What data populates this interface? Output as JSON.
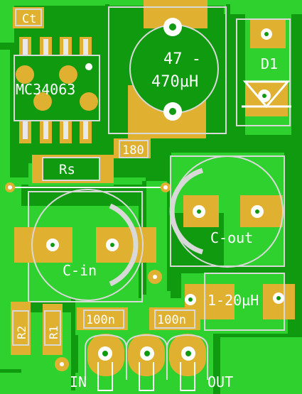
{
  "board": {
    "colors": {
      "board_green": "#109a10",
      "trace_green": "#2fd12f",
      "copper": "#e0b030",
      "silk": "#ffffff",
      "outline": "#d8d8d8"
    }
  },
  "labels": {
    "ct": "Ct",
    "ic": "MC34063",
    "inductor_value": "47 -",
    "inductor_value2": "470µH",
    "diode": "D1",
    "resistor_rs": "Rs",
    "r180": "180",
    "c_in": "C-in",
    "c_out": "C-out",
    "r2": "R2",
    "r1": "R1",
    "cap1": "100n",
    "cap2": "100n",
    "inductor2": "1-20µH",
    "in": "IN",
    "out": "OUT"
  }
}
